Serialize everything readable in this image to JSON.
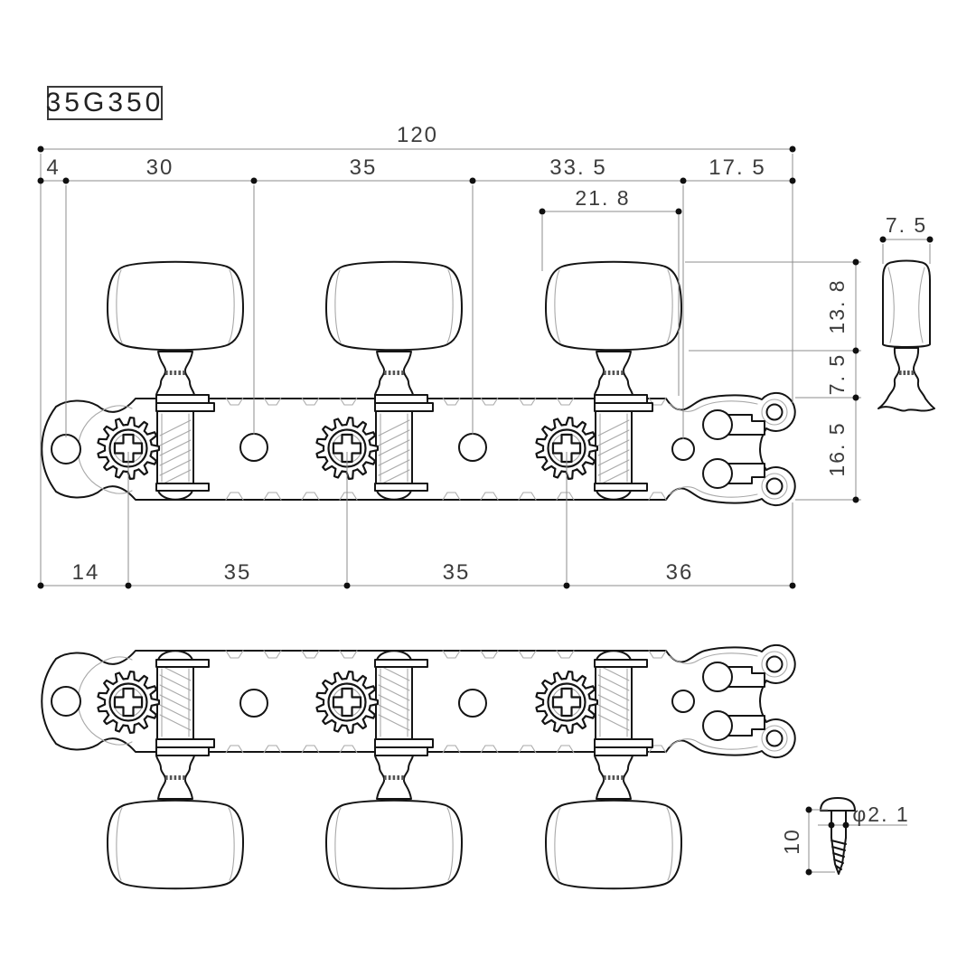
{
  "part_label": "35G350",
  "colors": {
    "background": "#ffffff",
    "outline": "#141414",
    "light_line": "#a9a9a9",
    "dimension_line": "#8d8d8d",
    "dimension_text": "#3c3c3c"
  },
  "dimensions": {
    "overall_width": "120",
    "edge_to_hole": "4",
    "hole_spacing_1": "30",
    "hole_spacing_2": "35",
    "hole_spacing_3": "33. 5",
    "hole_to_edge": "17. 5",
    "button_length": "21. 8",
    "button_height": "13. 8",
    "shaft_height": "7. 5",
    "plate_width": "16. 5",
    "button_thickness": "7. 5",
    "post_to_edge_left": "14",
    "post_spacing_1": "35",
    "post_spacing_2": "35",
    "post_to_edge_right": "36",
    "screw_diameter": "φ2. 1",
    "screw_length": "10"
  }
}
